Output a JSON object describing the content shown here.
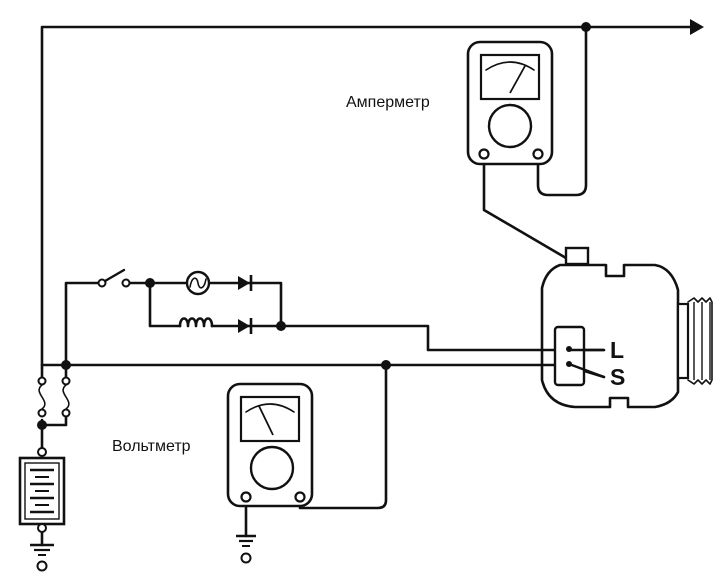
{
  "labels": {
    "ammeter": "Амперметр",
    "voltmeter": "Вольтметр",
    "terminal_l": "L",
    "terminal_s": "S"
  }
}
